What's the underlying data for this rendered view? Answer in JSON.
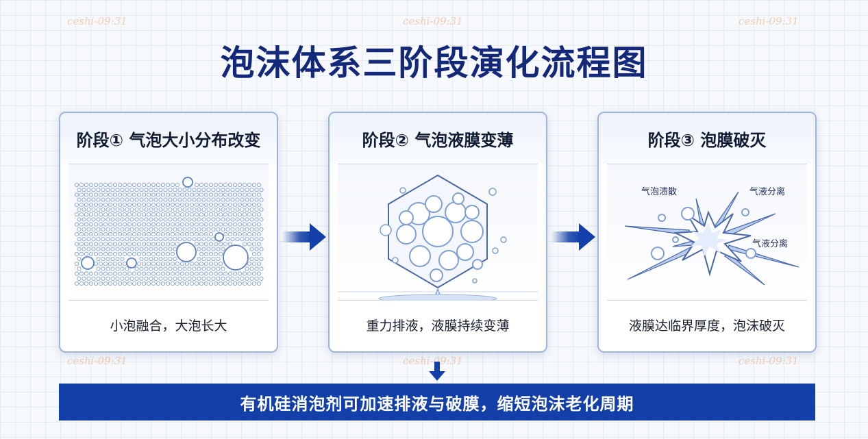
{
  "title": "泡沫体系三阶段演化流程图",
  "watermark_text": "ceshi-09:31",
  "stages": [
    {
      "title": "阶段① 气泡大小分布改变",
      "caption": "小泡融合，大泡长大"
    },
    {
      "title": "阶段② 气泡液膜变薄",
      "caption": "重力排液，液膜持续变薄"
    },
    {
      "title": "阶段③ 泡膜破灭",
      "caption": "液膜达临界厚度，泡沫破灭",
      "labels": [
        "气泡溃散",
        "气液分离",
        "气液分离"
      ]
    }
  ],
  "conclusion": "有机硅消泡剂可加速排液与破膜，缩短泡沫老化周期",
  "colors": {
    "primary": "#1240a8",
    "title": "#14287a",
    "card_border": "#9db3da",
    "bubble_stroke": "#7f9fd4"
  }
}
